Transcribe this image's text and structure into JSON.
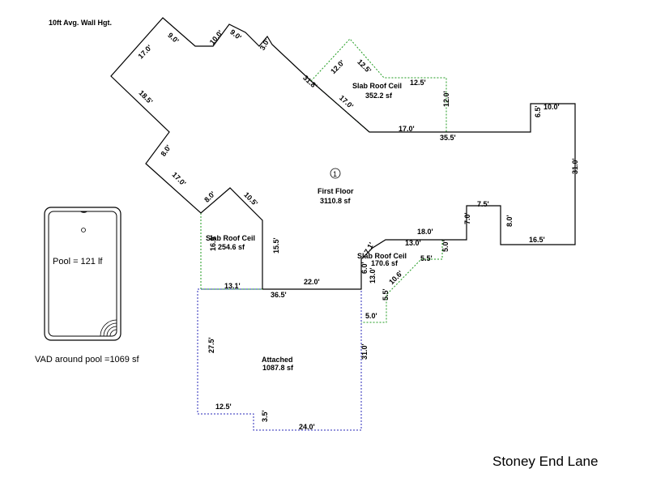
{
  "header": {
    "wall_height": "10ft Avg. Wall Hgt."
  },
  "street": "Stoney End Lane",
  "pool": {
    "label": "Pool = 121 lf",
    "vad": "VAD around pool =1069 sf"
  },
  "areas": {
    "first_floor": {
      "title": "First Floor",
      "value": "3110.8 sf",
      "number": "1"
    },
    "slab_top": {
      "title": "Slab Roof Ceil",
      "value": "352.2 sf"
    },
    "slab_left": {
      "title": "Slab Roof Ceil",
      "value": "254.6 sf"
    },
    "slab_right": {
      "title": "Slab Roof Ceil",
      "value": "170.6 sf"
    },
    "attached": {
      "title": "Attached",
      "value": "1087.8 sf"
    }
  },
  "dimensions": [
    "17.0'",
    "9.0'",
    "10.0'",
    "9.0'",
    "3.0'",
    "31.8'",
    "17.0'",
    "17.0'",
    "35.5'",
    "12.0'",
    "12.5'",
    "12.5'",
    "12.0'",
    "6.5'",
    "10.0'",
    "31.0'",
    "16.5'",
    "8.0'",
    "7.5'",
    "7.0'",
    "18.0'",
    "13.0'",
    "5.0'",
    "5.5'",
    "10.6'",
    "5.5'",
    "5.0'",
    "7.1'",
    "6.0'",
    "13.0'",
    "22.0'",
    "36.5'",
    "13.1'",
    "16.9'",
    "15.5'",
    "10.5'",
    "8.0'",
    "17.0'",
    "8.0'",
    "18.5'",
    "27.5'",
    "31.0'",
    "12.5'",
    "3.5'",
    "24.0'"
  ]
}
